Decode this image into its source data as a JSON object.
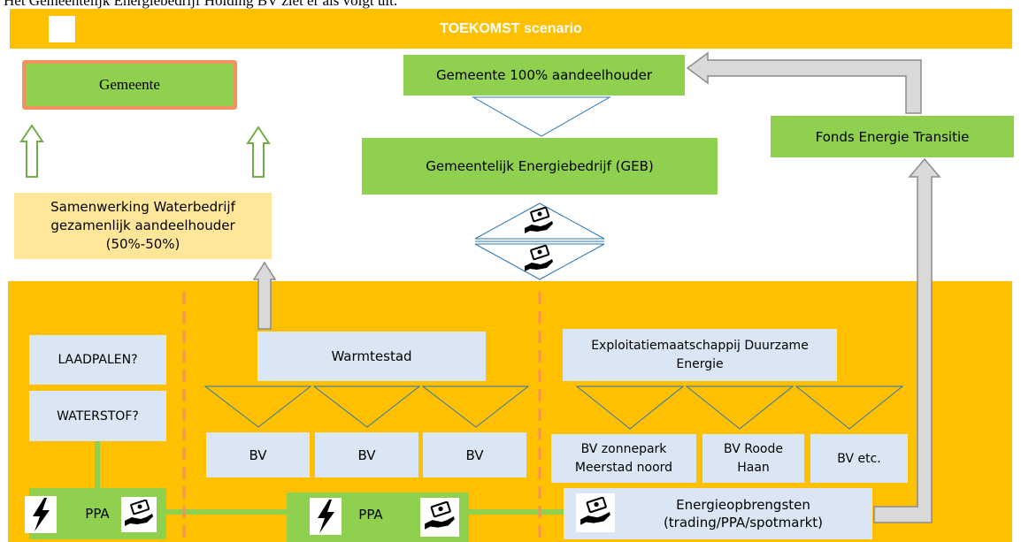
{
  "top_caption": "Het Gemeentelijk Energiebedrijf Holding BV ziet er als volgt uit:",
  "banner": {
    "title": "TOEKOMST scenario"
  },
  "boxes": {
    "gemeente": "Gemeente",
    "shareholder": "Gemeente 100% aandeelhouder",
    "geb": "Gemeentelijk Energiebedrijf (GEB)",
    "fonds": "Fonds Energie Transitie",
    "samenwerking_l1": "Samenwerking Waterbedrijf",
    "samenwerking_l2": "gezamenlijk aandeelhouder",
    "samenwerking_l3": "(50%-50%)",
    "laadpalen": "LAADPALEN?",
    "waterstof": "WATERSTOF?",
    "warmtestad": "Warmtestad",
    "exploitatie_l1": "Exploitatiemaatschappij Duurzame",
    "exploitatie_l2": "Energie",
    "bv1": "BV",
    "bv2": "BV",
    "bv3": "BV",
    "bv_zon_l1": "BV zonnepark",
    "bv_zon_l2": "Meerstad noord",
    "bv_roode_l1": "BV Roode",
    "bv_roode_l2": "Haan",
    "bv_etc": "BV etc.",
    "ppa1": "PPA",
    "ppa2": "PPA",
    "opbrengst_l1": "Energieopbrengsten",
    "opbrengst_l2": "(trading/PPA/spotmarkt)"
  },
  "colors": {
    "banner": "#ffc000",
    "green_box": "#8fd14f",
    "pale_box": "#dae6f3",
    "samenwerking_box": "#ffe699",
    "gemeente_border": "#f4915d",
    "divider": "#f4915d",
    "triangle_stroke": "#2e75b6"
  },
  "icons": [
    "lightning-icon",
    "money-hand-icon",
    "hollow-up-arrow-icon",
    "grey-flow-arrow-icon"
  ]
}
